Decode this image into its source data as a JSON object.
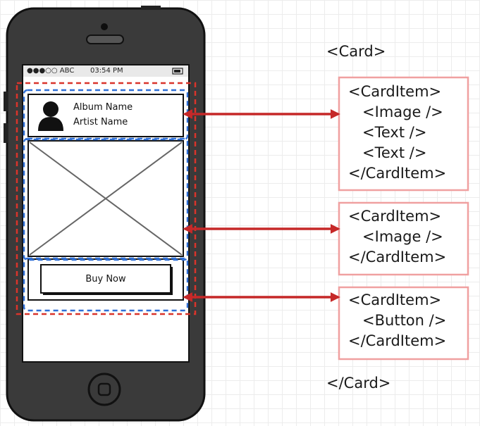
{
  "phone": {
    "status_bar": {
      "carrier": "●●●○○ ABC",
      "time": "03:54 PM"
    },
    "header": {
      "album_name": "Album Name",
      "artist_name": "Artist Name"
    },
    "button_label": "Buy Now"
  },
  "code": {
    "card_open": "<Card>",
    "card_close": "</Card>",
    "blocks": [
      {
        "lines": [
          "<CardItem>",
          "   <Image />",
          "   <Text />",
          "   <Text />",
          "</CardItem>"
        ]
      },
      {
        "lines": [
          "<CardItem>",
          "   <Image />",
          "</CardItem>"
        ]
      },
      {
        "lines": [
          "<CardItem>",
          "   <Button />",
          "</CardItem>"
        ]
      }
    ]
  },
  "colors": {
    "phone_body": "#3a3a3a",
    "card_outline": "#d9342b",
    "carditem_outline": "#2f6fd6",
    "code_box": "#f0a0a0",
    "arrow": "#c62828"
  }
}
